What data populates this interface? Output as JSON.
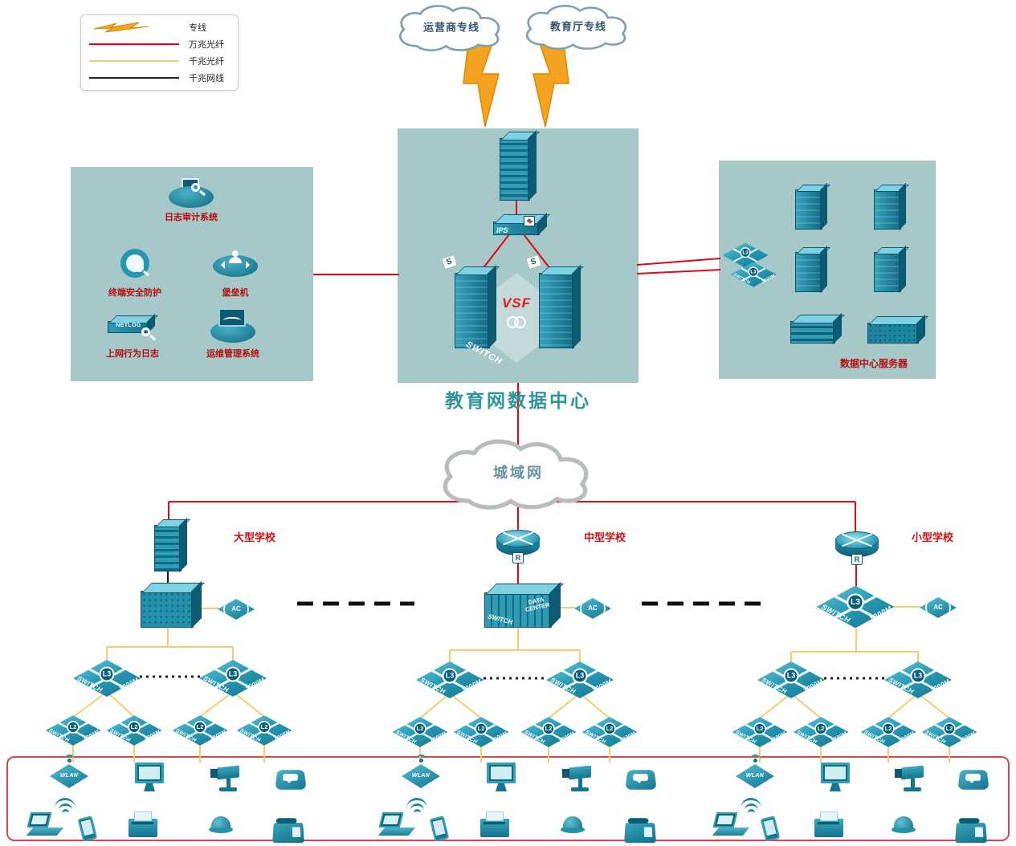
{
  "legend": {
    "items": [
      {
        "label": "专线"
      },
      {
        "label": "万兆光纤"
      },
      {
        "label": "千兆光纤"
      },
      {
        "label": "千兆网线"
      }
    ]
  },
  "clouds": {
    "carrier": "运营商专线",
    "education": "教育厅专线",
    "man": "城域网"
  },
  "datacenter": {
    "title": "教育网数据中心",
    "ips_label": "IPS",
    "vsf_label": "VSF",
    "switch_label": "SWITCH",
    "server_badge": "S"
  },
  "security_zone": {
    "log_audit": "日志审计系统",
    "terminal_security": "终端安全防护",
    "bastion": "堡垒机",
    "netlog": "NETLOG",
    "net_behavior": "上网行为日志",
    "ops_mgmt": "运维管理系统"
  },
  "server_zone": {
    "title": "数据中心服务器"
  },
  "schools": {
    "large": "大型学校",
    "medium": "中型学校",
    "small": "小型学校"
  },
  "device_labels": {
    "router_badge": "R",
    "ac": "AC",
    "wlan": "WLAN",
    "core_line1": "DATA",
    "core_line2": "CENTER"
  },
  "labels": {
    "l3": "L3",
    "l2": "L2",
    "switch": "SWITCH",
    "speed": "1000M"
  }
}
